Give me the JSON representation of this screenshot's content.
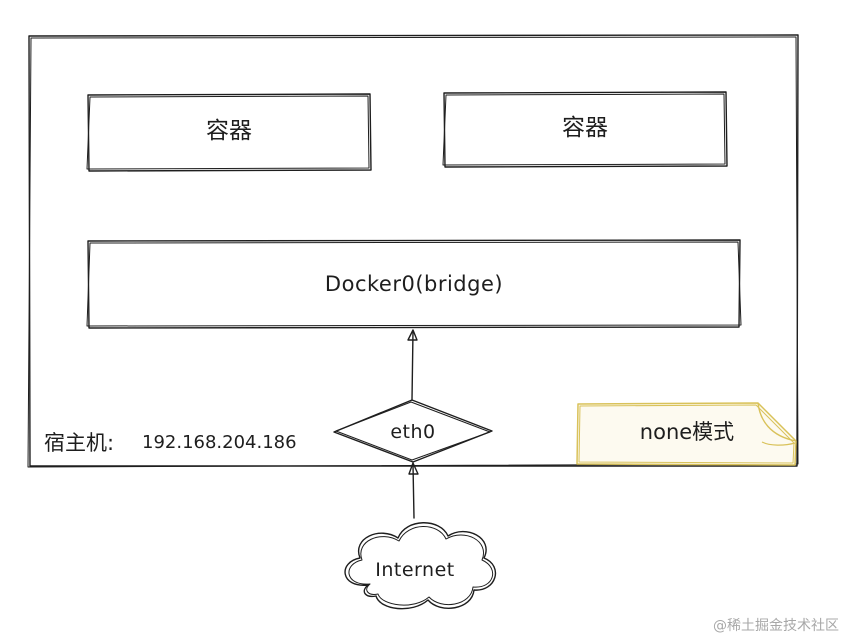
{
  "diagram": {
    "containers": [
      {
        "label": "容器"
      },
      {
        "label": "容器"
      }
    ],
    "bridge": {
      "label": "Docker0(bridge)"
    },
    "interface": {
      "label": "eth0"
    },
    "host": {
      "label": "宿主机:",
      "ip": "192.168.204.186"
    },
    "note": {
      "label": "none模式"
    },
    "cloud": {
      "label": "Internet"
    },
    "colors": {
      "stroke": "#1e1e1e",
      "note_border": "#d9c25a",
      "note_fill": "#fdfaf0",
      "background": "#ffffff",
      "watermark": "#a8a8a8"
    }
  },
  "watermark": "@稀土掘金技术社区"
}
